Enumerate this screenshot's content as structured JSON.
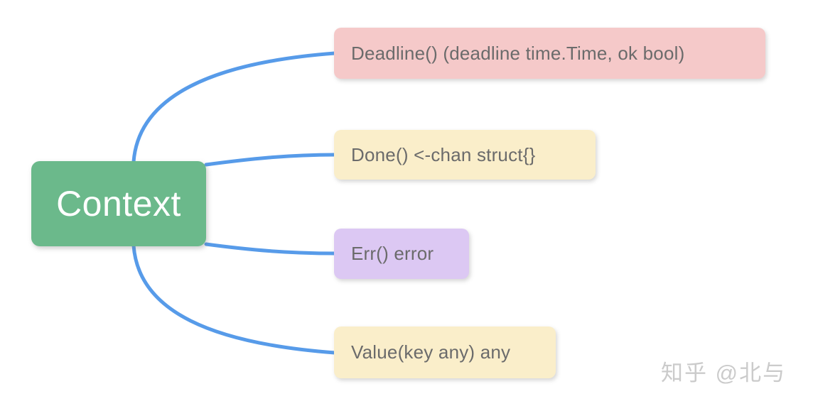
{
  "diagram": {
    "root": {
      "label": "Context"
    },
    "children": [
      {
        "id": "deadline",
        "label": "Deadline() (deadline time.Time, ok bool)"
      },
      {
        "id": "done",
        "label": "Done() <-chan struct{}"
      },
      {
        "id": "err",
        "label": "Err() error"
      },
      {
        "id": "value",
        "label": "Value(key any) any"
      }
    ],
    "colors": {
      "root_bg": "#6bb98b",
      "root_text": "#ffffff",
      "deadline_bg": "#f5c9c9",
      "done_bg": "#faeeca",
      "err_bg": "#dcc8f3",
      "value_bg": "#faeeca",
      "connector": "#579be9",
      "node_text": "#6b6b6b"
    }
  },
  "watermark": {
    "text": "知乎 @北与",
    "color": "#c9c9c9"
  }
}
